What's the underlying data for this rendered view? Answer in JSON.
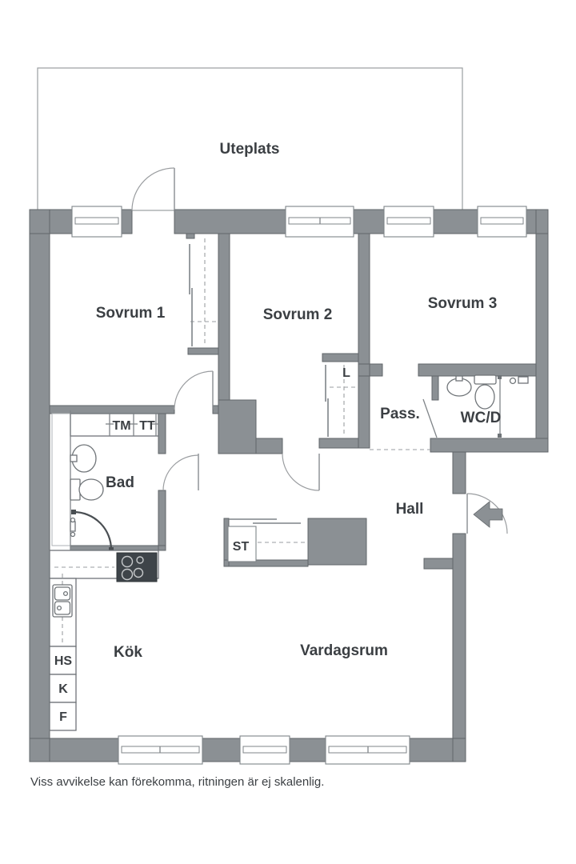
{
  "labels": {
    "uteplats": "Uteplats",
    "sovrum1": "Sovrum 1",
    "sovrum2": "Sovrum 2",
    "sovrum3": "Sovrum 3",
    "bad": "Bad",
    "tm": "TM",
    "tt": "TT",
    "l": "L",
    "pass": "Pass.",
    "wcd": "WC/D",
    "hall": "Hall",
    "st": "ST",
    "kok": "Kök",
    "vardagsrum": "Vardagsrum",
    "hs": "HS",
    "k": "K",
    "f": "F"
  },
  "footnote": "Viss avvikelse kan förekomma, ritningen är ej skalenlig.",
  "colors": {
    "wall": "#8b9094",
    "wall_outline": "#61666a",
    "thin_line": "#7f8488",
    "door_swing": "#9a9da0",
    "dashed_line": "#9a9ea1",
    "fixture_outline": "#6f7478",
    "stove_dark": "#3e4449",
    "text": "#3b3f43",
    "background": "#ffffff"
  }
}
